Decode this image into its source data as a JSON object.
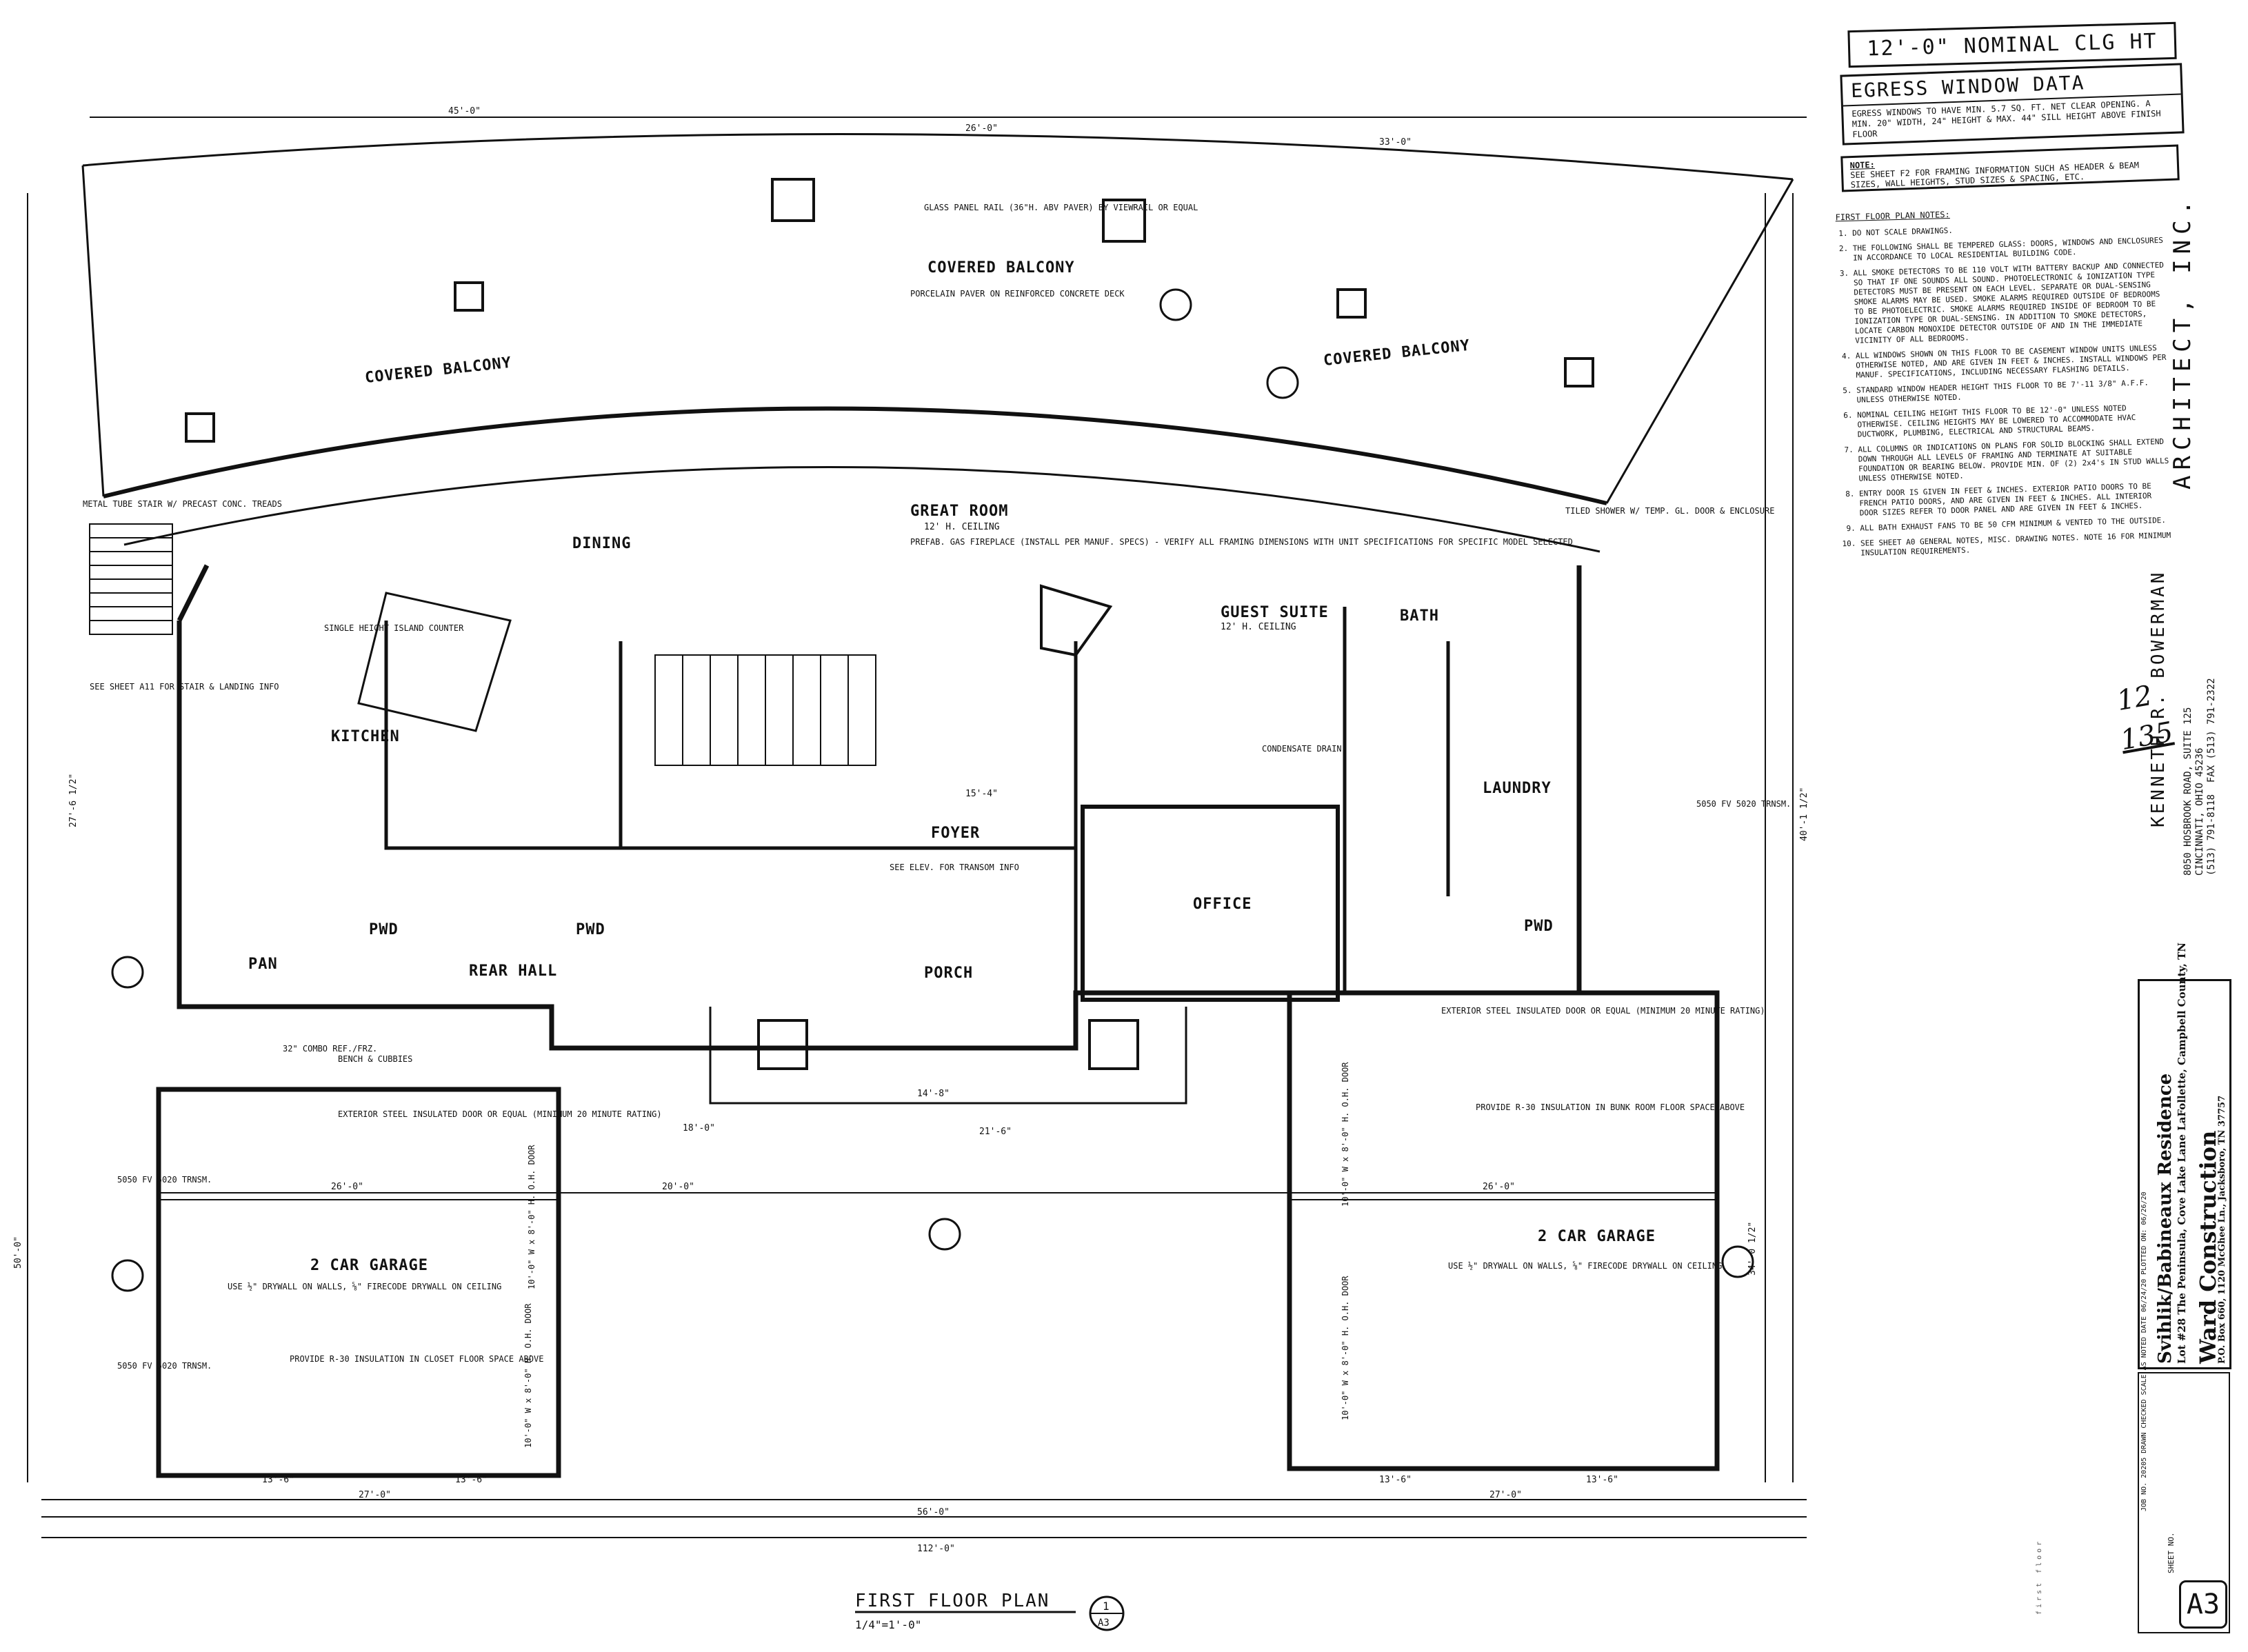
{
  "plan": {
    "title": "FIRST FLOOR PLAN",
    "scale": "1/4\"=1'-0\"",
    "title_tag": {
      "num": "1",
      "sheet": "A3"
    },
    "dims": {
      "top1": "45'-0\"",
      "top2": "26'-0\"",
      "top3": "33'-0\"",
      "bot1": "112'-0\"",
      "bot2": "56'-0\"",
      "bot3": "27'-0\"",
      "bot4": "27'-0\"",
      "bot5": "13'-6\"",
      "bot6": "13'-6\"",
      "bot7": "13'-6\"",
      "bot8": "13'-6\"",
      "g1": "26'-0\"",
      "g2": "20'-0\"",
      "g3": "18'-0\"",
      "g4": "26'-0\"",
      "porch": "14'-8\"",
      "foyer": "15'-4\"",
      "mid": "21'-6\"",
      "left1": "50'-0\"",
      "left2": "27'-6 1/2\"",
      "right1": "34'-0 1/2\"",
      "right2": "40'-1 1/2\""
    },
    "rooms": {
      "great": "GREAT ROOM",
      "great_sub": "12' H. CEILING",
      "dining": "DINING",
      "kitchen": "KITCHEN",
      "guest": "GUEST SUITE",
      "guest_sub": "12' H. CEILING",
      "bath": "BATH",
      "laundry": "LAUNDRY",
      "foyer": "FOYER",
      "office": "OFFICE",
      "porch": "PORCH",
      "pan": "PAN",
      "rear_hall": "REAR HALL",
      "pwd1": "PWD",
      "pwd2": "PWD",
      "pwd3": "PWD",
      "garage_l": "2 CAR GARAGE",
      "garage_r": "2 CAR GARAGE",
      "bal_l": "COVERED BALCONY",
      "bal_c": "COVERED BALCONY",
      "bal_r": "COVERED BALCONY"
    },
    "notes": {
      "balcony": "PORCELAIN PAVER ON REINFORCED CONCRETE DECK",
      "rail": "GLASS PANEL RAIL (36\"H. ABV PAVER) BY VIEWRAIL OR EQUAL",
      "garage": "USE ½\" DRYWALL ON WALLS, ⅝\" FIRECODE DRYWALL ON CEILING",
      "fireplace": "PREFAB. GAS FIREPLACE (INSTALL PER MANUF. SPECS) - VERIFY ALL FRAMING DIMENSIONS WITH UNIT SPECIFICATIONS FOR SPECIFIC MODEL SELECTED",
      "island": "SINGLE HEIGHT ISLAND COUNTER",
      "stair": "METAL TUBE STAIR W/ PRECAST CONC. TREADS",
      "stair_ref": "SEE SHEET A11 FOR STAIR & LANDING INFO",
      "door": "EXTERIOR STEEL INSULATED DOOR OR EQUAL (MINIMUM 20 MINUTE RATING)",
      "insul": "PROVIDE R-30 INSULATION IN CLOSET FLOOR SPACE ABOVE",
      "insul2": "PROVIDE R-30 INSULATION IN BUNK ROOM FLOOR SPACE ABOVE",
      "ohdoor": "10'-0\" W x 8'-0\" H. O.H. DOOR",
      "window": "5050 FV 5020 TRNSM.",
      "elev": "SEE ELEV. FOR TRANSOM INFO",
      "shower": "TILED SHOWER W/ TEMP. GL. DOOR & ENCLOSURE",
      "bench": "BENCH & CUBBIES",
      "fridge": "32\" COMBO REF./FRZ.",
      "drain": "CONDENSATE DRAIN"
    }
  },
  "panel": {
    "ceiling": "12'-0\" NOMINAL CLG HT",
    "egress_title": "EGRESS WINDOW DATA",
    "egress_text": "EGRESS WINDOWS TO HAVE MIN. 5.7 SQ. FT. NET CLEAR OPENING. A MIN. 20\" WIDTH, 24\" HEIGHT & MAX. 44\" SILL HEIGHT ABOVE FINISH FLOOR",
    "note_title": "NOTE:",
    "note_text": "SEE SHEET F2 FOR FRAMING INFORMATION SUCH AS HEADER & BEAM SIZES, WALL HEIGHTS, STUD SIZES & SPACING, ETC.",
    "notes_title": "FIRST FLOOR PLAN NOTES:",
    "notes": [
      "DO NOT SCALE DRAWINGS.",
      "THE FOLLOWING SHALL BE TEMPERED GLASS: DOORS, WINDOWS AND ENCLOSURES IN ACCORDANCE TO LOCAL RESIDENTIAL BUILDING CODE.",
      "ALL SMOKE DETECTORS TO BE 110 VOLT WITH BATTERY BACKUP AND CONNECTED SO THAT IF ONE SOUNDS ALL SOUND. PHOTOELECTRONIC & IONIZATION TYPE DETECTORS MUST BE PRESENT ON EACH LEVEL. SEPARATE OR DUAL-SENSING SMOKE ALARMS MAY BE USED. SMOKE ALARMS REQUIRED OUTSIDE OF BEDROOMS TO BE PHOTOELECTRIC. SMOKE ALARMS REQUIRED INSIDE OF BEDROOM TO BE IONIZATION TYPE OR DUAL-SENSING. IN ADDITION TO SMOKE DETECTORS, LOCATE CARBON MONOXIDE DETECTOR OUTSIDE OF AND IN THE IMMEDIATE VICINITY OF ALL BEDROOMS.",
      "ALL WINDOWS SHOWN ON THIS FLOOR TO BE CASEMENT WINDOW UNITS UNLESS OTHERWISE NOTED, AND ARE GIVEN IN FEET & INCHES. INSTALL WINDOWS PER MANUF. SPECIFICATIONS, INCLUDING NECESSARY FLASHING DETAILS.",
      "STANDARD WINDOW HEADER HEIGHT THIS FLOOR TO BE 7'-11 3/8\" A.F.F. UNLESS OTHERWISE NOTED.",
      "NOMINAL CEILING HEIGHT THIS FLOOR TO BE 12'-0\" UNLESS NOTED OTHERWISE. CEILING HEIGHTS MAY BE LOWERED TO ACCOMMODATE HVAC DUCTWORK, PLUMBING, ELECTRICAL AND STRUCTURAL BEAMS.",
      "ALL COLUMNS OR INDICATIONS ON PLANS FOR SOLID BLOCKING SHALL EXTEND DOWN THROUGH ALL LEVELS OF FRAMING AND TERMINATE AT SUITABLE FOUNDATION OR BEARING BELOW. PROVIDE MIN. OF (2) 2x4's IN STUD WALLS UNLESS OTHERWISE NOTED.",
      "ENTRY DOOR IS GIVEN IN FEET & INCHES. EXTERIOR PATIO DOORS TO BE FRENCH PATIO DOORS, AND ARE GIVEN IN FEET & INCHES. ALL INTERIOR DOOR SIZES REFER TO DOOR PANEL AND ARE GIVEN IN FEET & INCHES.",
      "ALL BATH EXHAUST FANS TO BE 50 CFM MINIMUM & VENTED TO THE OUTSIDE.",
      "SEE SHEET A0 GENERAL NOTES, MISC. DRAWING NOTES. NOTE 16 FOR MINIMUM INSULATION REQUIREMENTS."
    ],
    "architect_firm": "ARCHITECT, INC.",
    "architect_name": "KENNETH R. BOWERMAN",
    "architect_addr": "8050 HOSBROOK ROAD, SUITE 125\nCINCINNATI, OHIO 45236\n(513) 791-8118  FAX (513) 791-2322",
    "hand_1": "12",
    "hand_2": "135",
    "project": "Svihlik/Babineaux Residence",
    "location": "Lot #28 The Peninsula, Cove Lake Lane  LaFollette, Campbell County, TN",
    "builder": "Ward Construction",
    "builder_addr": "P.O. Box 660, 1120 McGhee Ln., Jacksboro, TN 37757",
    "sheet_label": "first floor",
    "sheet_no": "A3",
    "sheet_no_label": "SHEET NO.",
    "meta": "JOB NO. 20205   DRAWN   CHECKED   SCALE AS NOTED   DATE 06/24/20   PLOTTED ON: 06/26/20"
  }
}
